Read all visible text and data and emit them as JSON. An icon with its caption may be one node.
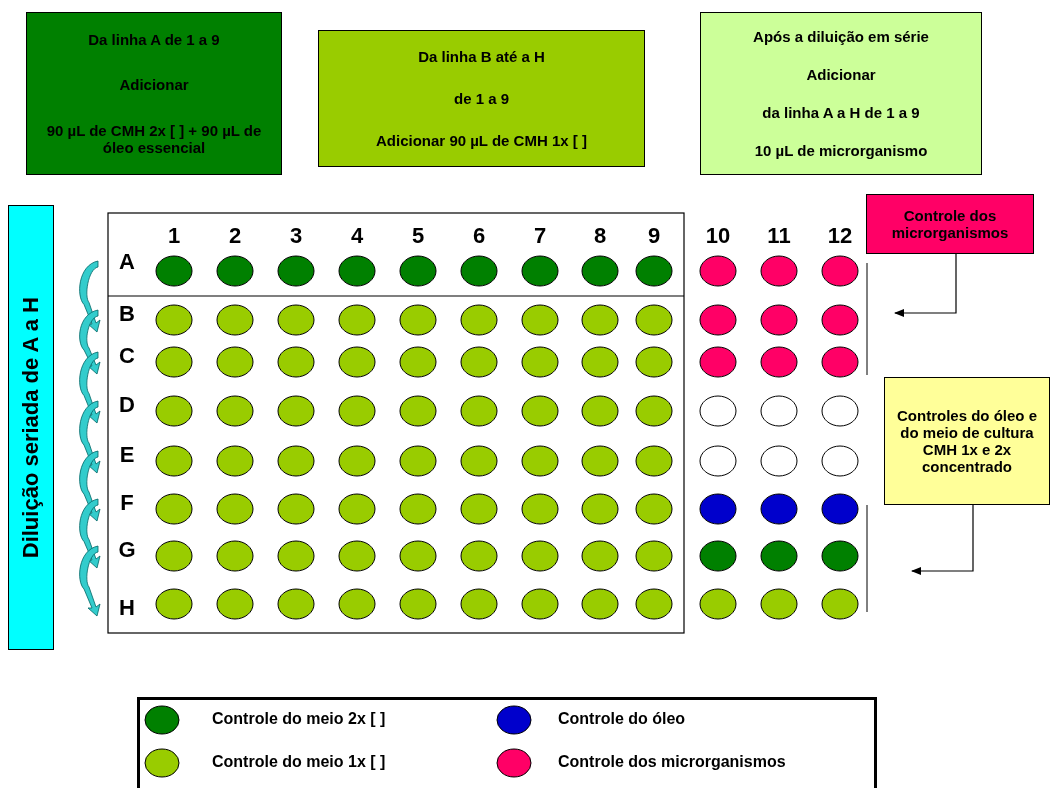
{
  "diagram": {
    "nodes": [
      {
        "text": [
          "Da linha A de 1 a 9",
          "Adicionar",
          "90 µL de CMH 2x [ ] + 90 µL de óleo essencial"
        ]
      },
      {
        "text": [
          "Da linha B até a H",
          "de 1 a 9",
          "Adicionar 90 µL de CMH 1x [ ]"
        ]
      },
      {
        "text": [
          "Após a diluição em série",
          "Adicionar",
          "da linha A a H de 1 a 9",
          "10 µL de microrganismo"
        ]
      },
      {
        "text": [
          "Diluição seriada de A a H"
        ]
      },
      {
        "text": [
          "Controle dos microrganismos"
        ]
      },
      {
        "text": [
          "Controles do óleo e do meio de cultura CMH 1x e 2x concentrado"
        ]
      }
    ],
    "edges": [
      {
        "from": 4,
        "to": null,
        "arrow": "to"
      },
      {
        "from": 5,
        "to": null,
        "arrow": "to"
      }
    ],
    "labels": [
      "1",
      "2",
      "3",
      "4",
      "5",
      "6",
      "7",
      "8",
      "9",
      "10",
      "11",
      "12",
      "A",
      "B",
      "C",
      "D",
      "E",
      "F",
      "G",
      "H"
    ],
    "legend": [
      {
        "text": "Controle do meio 2x [ ]",
        "color": "#008000"
      },
      {
        "text": "Controle do óleo",
        "color": "#0000cc"
      },
      {
        "text": "Controle do meio 1x [ ]",
        "color": "#99cc00"
      },
      {
        "text": "Controle dos microrganismos",
        "color": "#ff0066"
      }
    ]
  }
}
